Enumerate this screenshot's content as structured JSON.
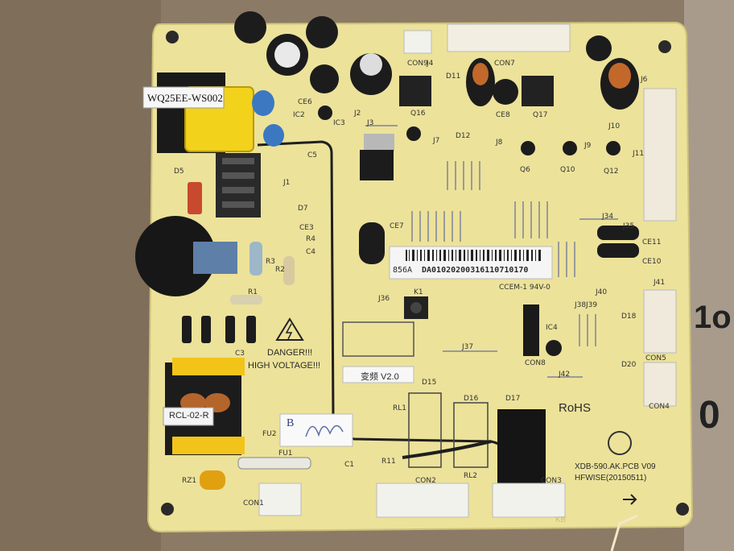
{
  "board": {
    "transformer_label": "WQ25EE-WS002",
    "barcode_text": "DA01020200316110710170",
    "barcode_prefix": "856A",
    "version_sticker": "变频 V2.0",
    "filter_label": "RCL-02-R",
    "handwritten_sticker": "B",
    "warning_line1": "DANGER!!!",
    "warning_line2": "HIGH VOLTAGE!!!",
    "rohs": "RoHS",
    "model_line1": "XDB-590.AK.PCB V09",
    "model_line2": "HFWISE(20150511)",
    "box_text": "KB",
    "right_big_char_1": "1o",
    "right_big_char_2": "0"
  },
  "silkscreen": {
    "con9": "CON9",
    "j4": "J4",
    "con7": "CON7",
    "j6": "J6",
    "ce6": "CE6",
    "ic2": "IC2",
    "ic3": "IC3",
    "j2": "J2",
    "q16": "Q16",
    "d11": "D11",
    "d12": "D12",
    "ce8": "CE8",
    "q17": "Q17",
    "j7": "J7",
    "j8": "J8",
    "j9": "J9",
    "j10": "J10",
    "j11": "J11",
    "q6": "Q6",
    "q10": "Q10",
    "q12": "Q12",
    "c5": "C5",
    "d5": "D5",
    "d7": "D7",
    "ce3": "CE3",
    "r4": "R4",
    "c4": "C4",
    "r3": "R3",
    "r2": "R2",
    "r1": "R1",
    "c3": "C3",
    "ce7": "CE7",
    "j34": "J34",
    "j35": "J35",
    "ce11": "CE11",
    "ce10": "CE10",
    "j36": "J36",
    "k1": "K1",
    "j41": "J41",
    "con5": "CON5",
    "ic4": "IC4",
    "con8": "CON8",
    "j37": "J37",
    "j42": "J42",
    "d18": "D18",
    "d20": "D20",
    "con4": "CON4",
    "d15": "D15",
    "d16": "D16",
    "d17": "D17",
    "rl1": "RL1",
    "rl2": "RL2",
    "fu1": "FU1",
    "fu2": "FU2",
    "c1": "C1",
    "r11": "R11",
    "con2": "CON2",
    "con3": "CON3",
    "con1": "CON1",
    "rz1": "RZ1",
    "j1": "J1",
    "j3": "J3",
    "j38": "J38",
    "j39": "J39",
    "j40": "J40",
    "ccem": "CCEM-1 94V-0"
  },
  "colors": {
    "pcb": "#ece29a",
    "cardboard": "#8a7a66",
    "trace": "#1f1f1f",
    "transformer_yellow": "#f2d21a",
    "capacitor_black": "#1c1c1c",
    "connector_white": "#f2f2ec",
    "relay_black": "#151515"
  }
}
